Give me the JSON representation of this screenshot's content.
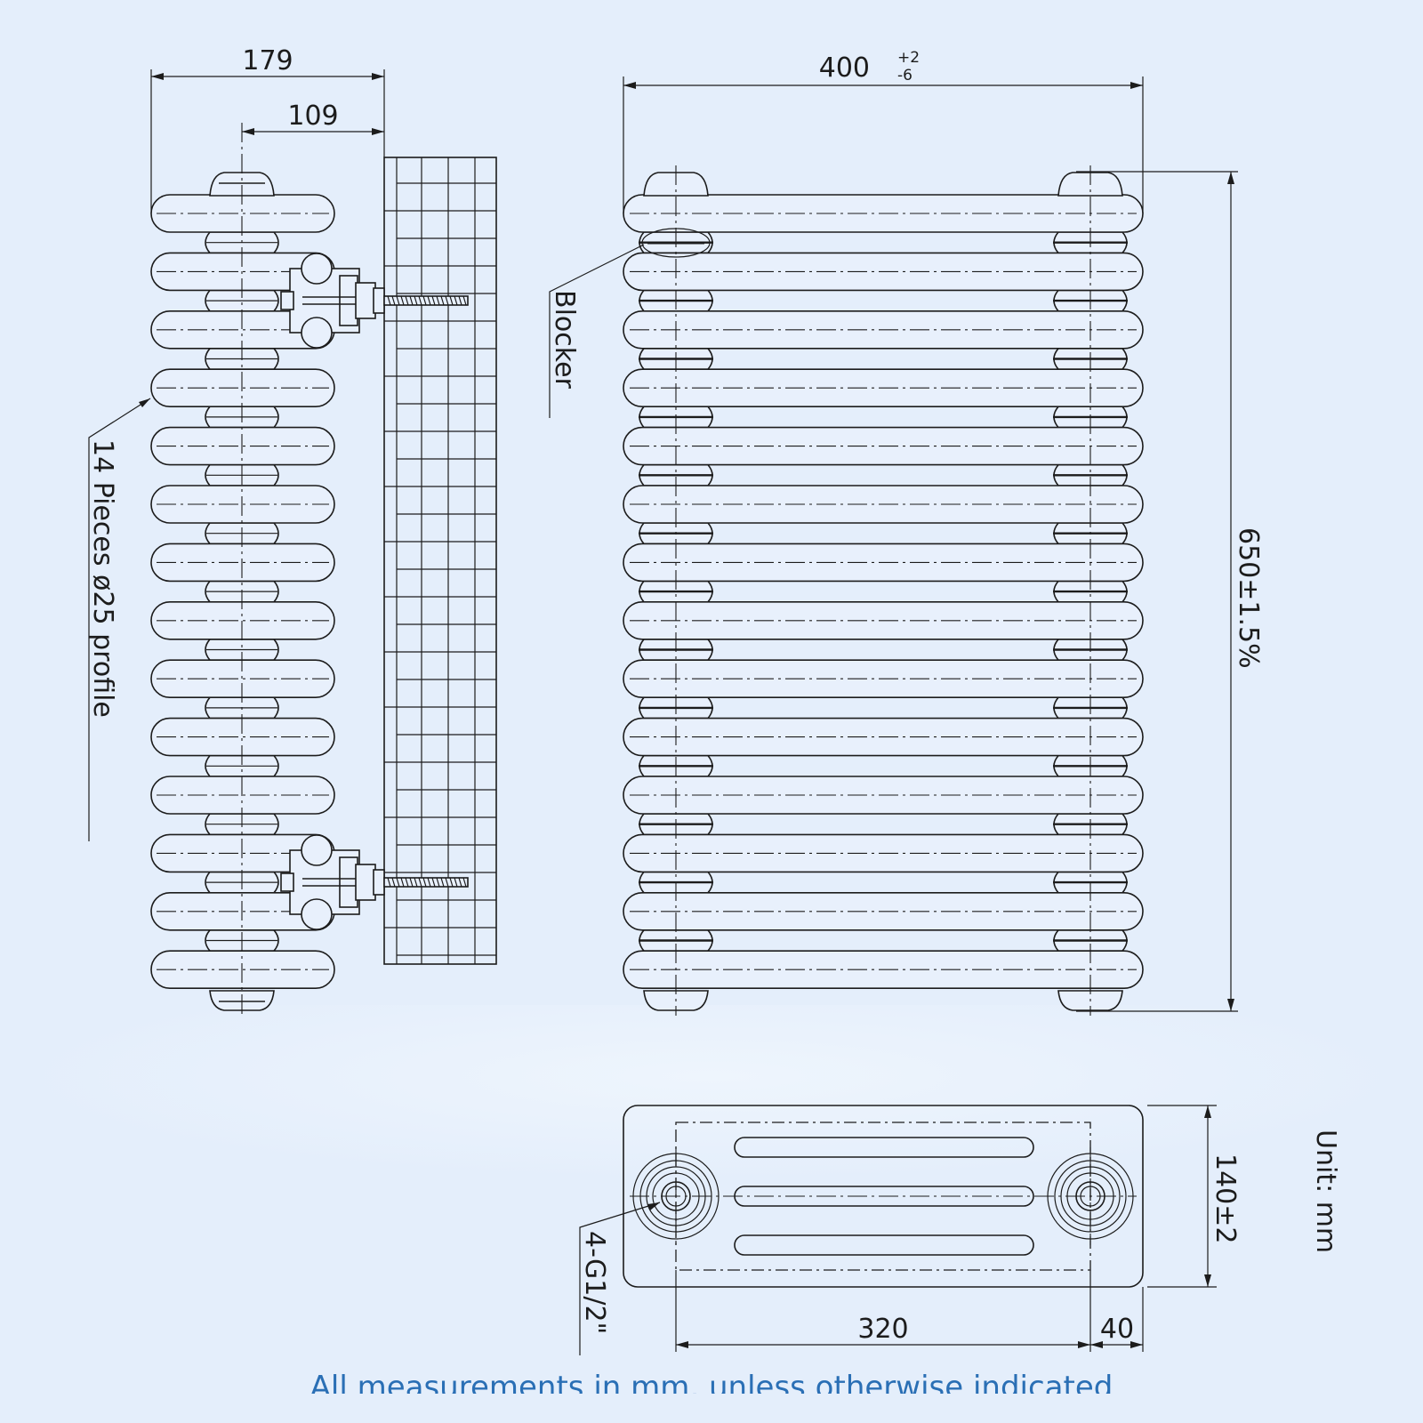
{
  "dimensions": {
    "total_depth": "179",
    "wall_to_center": "109",
    "width_nominal": "400",
    "width_tol_upper": "+2",
    "width_tol_lower": "-6",
    "height": "650±1.5%",
    "base_depth": "140±2",
    "center_span": "320",
    "end_offset": "40"
  },
  "labels": {
    "blocker": "Blocker",
    "pieces": "14 Pieces ø25 profile",
    "connections": "4-G1/2\"",
    "unit": "Unit: mm"
  },
  "footer": {
    "note": "All measurements in mm, unless otherwise indicated"
  },
  "drawing": {
    "line_color": "#1c1c1c",
    "background": "#e4eefb",
    "note_color": "#2a6fb5"
  }
}
